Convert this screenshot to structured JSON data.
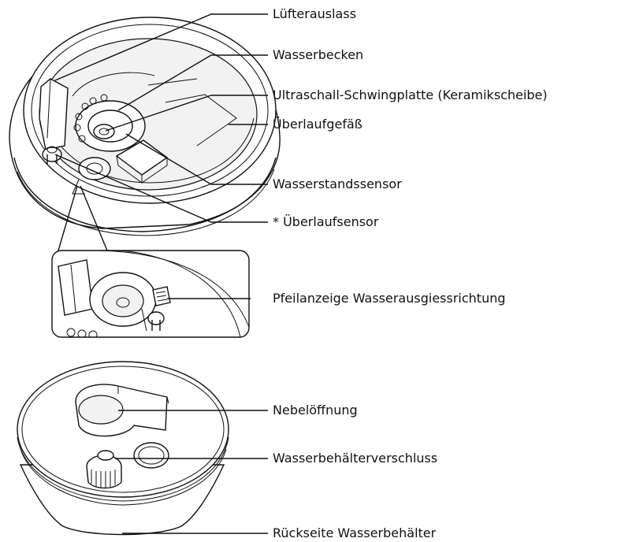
{
  "labels": {
    "fan_outlet": "Lüfterauslass",
    "water_basin": "Wasserbecken",
    "ultrasonic_plate": "Ultraschall-Schwingplatte (Keramikscheibe)",
    "overflow_vessel": "Überlaufgefäß",
    "water_level_sensor": "Wasserstandssensor",
    "overflow_sensor": "* Überlaufsensor",
    "arrow_indicator": "Pfeilanzeige Wasserausgiessrichtung",
    "mist_opening": "Nebelöffnung",
    "tank_cap": "Wasserbehälterverschluss",
    "tank_back": "Rückseite Wasserbehälter"
  }
}
